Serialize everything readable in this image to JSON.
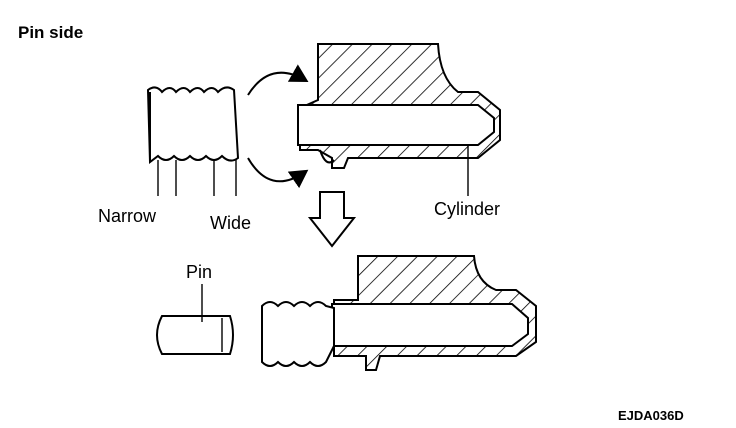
{
  "title": "Pin side",
  "labels": {
    "narrow": "Narrow",
    "wide": "Wide",
    "cylinder": "Cylinder",
    "pin": "Pin"
  },
  "figure_code": "EJDA036D",
  "colors": {
    "ink": "#000000",
    "paper": "#ffffff"
  }
}
